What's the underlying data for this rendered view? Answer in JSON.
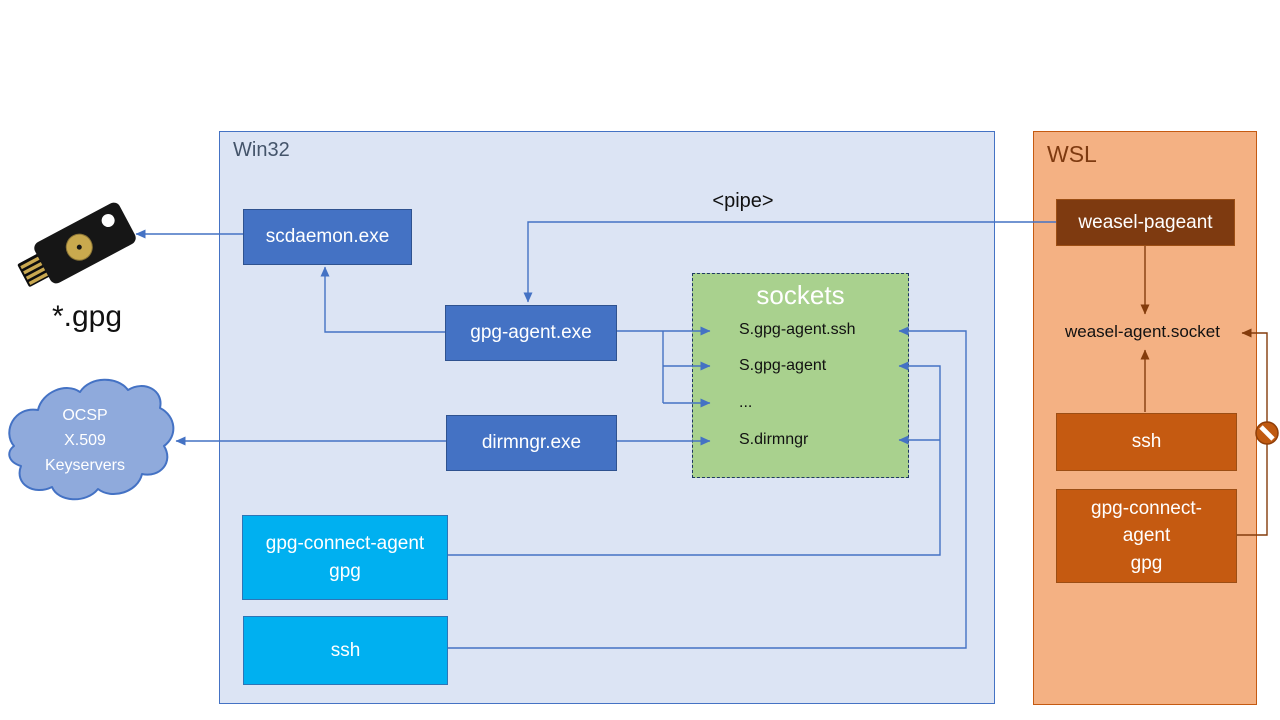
{
  "win32": {
    "label": "Win32",
    "boxes": {
      "scdaemon": "scdaemon.exe",
      "gpg_agent": "gpg-agent.exe",
      "dirmngr": "dirmngr.exe",
      "gpg_connect_line1": "gpg-connect-agent",
      "gpg_connect_line2": "gpg",
      "ssh": "ssh"
    },
    "sockets": {
      "title": "sockets",
      "entries": [
        "S.gpg-agent.ssh",
        "S.gpg-agent",
        "...",
        "S.dirmngr"
      ]
    }
  },
  "wsl": {
    "label": "WSL",
    "boxes": {
      "weasel_pageant": "weasel-pageant",
      "ssh": "ssh",
      "gpg_connect_line1": "gpg-connect-",
      "gpg_connect_line2": "agent",
      "gpg_connect_line3": "gpg"
    },
    "socket_label": "weasel-agent.socket"
  },
  "external": {
    "gpg_files_label": "*.gpg",
    "cloud_line1": "OCSP",
    "cloud_line2": "X.509",
    "cloud_line3": "Keyservers"
  },
  "annotations": {
    "pipe_label": "<pipe>"
  },
  "colors": {
    "win32_fill": "#DCE4F4",
    "win32_border": "#4472C4",
    "process_box_fill": "#4472C4",
    "client_box_fill": "#00B0F0",
    "sockets_fill": "#A9D18E",
    "sockets_border": "#1F3864",
    "wsl_fill": "#F4B183",
    "wsl_border": "#C55A11",
    "wsl_process_fill": "#C55A11",
    "weasel_pageant_fill": "#7E3A10",
    "cloud_fill": "#8FAADC",
    "blue_connector": "#4472C4",
    "brown_connector": "#843C0C"
  }
}
